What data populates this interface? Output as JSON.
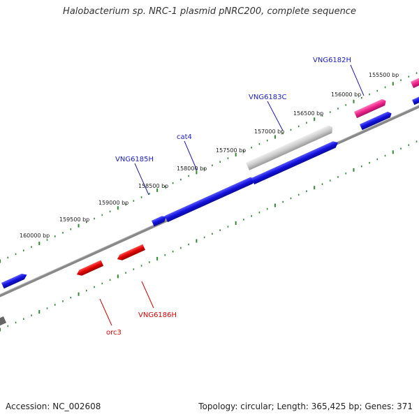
{
  "title": "Halobacterium sp. NRC-1 plasmid pNRC200, complete sequence",
  "footer": {
    "accession": "Accession: NC_002608",
    "summary": "Topology: circular; Length: 365,425 bp; Genes: 371"
  },
  "scale_labels": [
    "155500 bp",
    "156000 bp",
    "156500 bp",
    "157000 bp",
    "157500 bp",
    "158000 bp",
    "158500 bp",
    "159000 bp",
    "159500 bp",
    "160000 bp"
  ],
  "gene_labels": [
    {
      "text": "VNG6182H",
      "color": "#1a1acc"
    },
    {
      "text": "VNG6183C",
      "color": "#1a1acc"
    },
    {
      "text": "cat4",
      "color": "#1a1acc"
    },
    {
      "text": "VNG6185H",
      "color": "#1a1acc"
    },
    {
      "text": "VNG6186H",
      "color": "#dd0000"
    },
    {
      "text": "orc3",
      "color": "#dd0000"
    }
  ],
  "colors": {
    "backbone": "#777777",
    "tick_marks": "#2e8b2e",
    "forward_gene": "#1111dd",
    "reverse_gene": "#e00000",
    "pseudogene": "#cccccc",
    "highlight_gene": "#ee2288"
  }
}
